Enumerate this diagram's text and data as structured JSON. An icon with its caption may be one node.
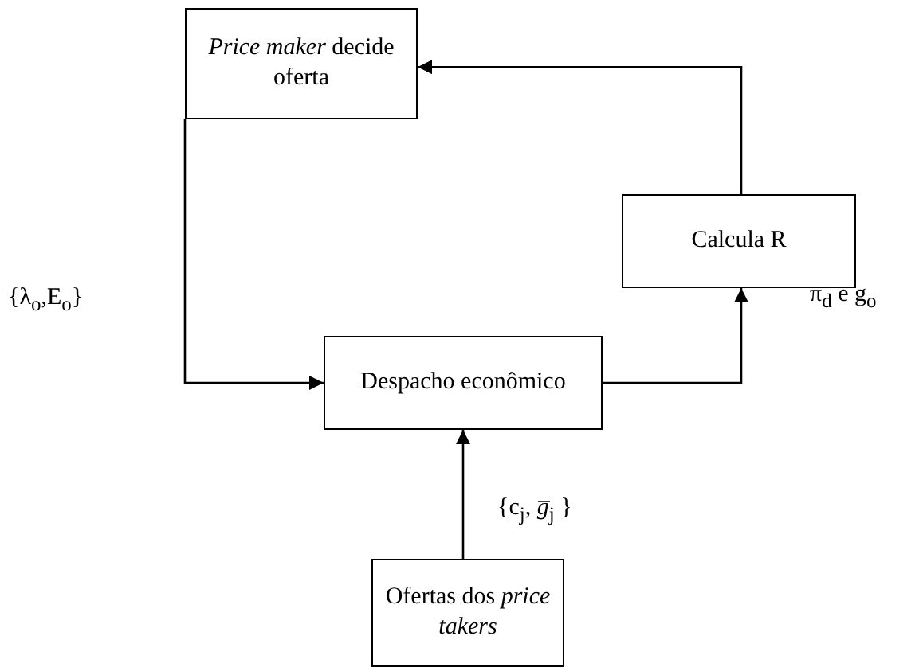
{
  "diagram": {
    "nodes": [
      {
        "text": [
          "*Price maker* decide oferta"
        ]
      },
      {
        "text": [
          "Calcula R"
        ]
      },
      {
        "text": [
          "Despacho econômico"
        ]
      },
      {
        "text": [
          "Ofertas dos *price takers*"
        ]
      }
    ],
    "edges": [
      {
        "from": 0,
        "to": 2,
        "arrow": "to",
        "label": "{λ$_{o}$,E$_{o}$}"
      },
      {
        "from": 2,
        "to": 1,
        "arrow": "to",
        "label": "π$_{d}$ e g$_{o}$"
      },
      {
        "from": 1,
        "to": 0,
        "arrow": "to"
      },
      {
        "from": 3,
        "to": 2,
        "arrow": "to",
        "label": "{c$_{j}$, *g̅*$_{j}$ }"
      }
    ]
  }
}
